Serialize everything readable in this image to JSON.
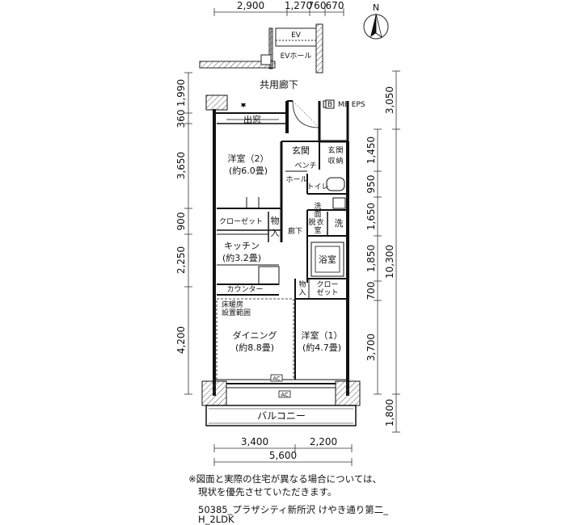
{
  "dims": {
    "top": [
      "2,900",
      "1,270",
      "760",
      "670"
    ],
    "left": [
      "1,990",
      "360",
      "3,650",
      "900",
      "2,250",
      "4,200"
    ],
    "right_inner": [
      "1,450",
      "950",
      "1,650",
      "1,850",
      "700",
      "3,700"
    ],
    "right_outer": [
      "3,050",
      "10,300",
      "1,800"
    ],
    "bottom_row1": [
      "3,400",
      "2,200"
    ],
    "bottom_total": "5,600"
  },
  "labels": {
    "ev": "EV",
    "ev_hall": "EVホール",
    "corridor": "共用廊下",
    "mb_eps": "MB EPS",
    "mb_box": "B",
    "demado": "出窓",
    "genkan": "玄関",
    "genkan_shuno": [
      "玄",
      "関",
      "収",
      "納"
    ],
    "bench": "ベンチ",
    "hall": "ホール",
    "toilet": "トイレ",
    "senmen": [
      "洗",
      "面",
      "脱",
      "衣",
      "室"
    ],
    "sen": "洗",
    "yoshitsu2": "洋室（2）",
    "yoshitsu2_area": "(約6.0畳)",
    "closet": "クローゼット",
    "mono1": [
      "物",
      "入"
    ],
    "roka": "廊下",
    "kitchen": "キッチン",
    "kitchen_area": "(約3.2畳)",
    "yokushitsu": "浴室",
    "mono2": [
      "物",
      "入"
    ],
    "closet2": [
      "クロー",
      "ゼット"
    ],
    "counter": "カウンター",
    "floor_heat": [
      "床暖房",
      "設置範囲"
    ],
    "dining": "ダイニング",
    "dining_area": "(約8.8畳)",
    "yoshitsu1": "洋室（1）",
    "yoshitsu1_area": "(約4.7畳)",
    "ac1": "AC",
    "ac2": "AC",
    "balcony": "バルコニー",
    "north": "N"
  },
  "notes": {
    "line1": "※図面と実際の住宅が異なる場合については、",
    "line2": "現状を優先させていただきます。",
    "code1": "50385_プラザシティ新所沢 けやき通り第二_",
    "code2": "H_2LDK"
  }
}
